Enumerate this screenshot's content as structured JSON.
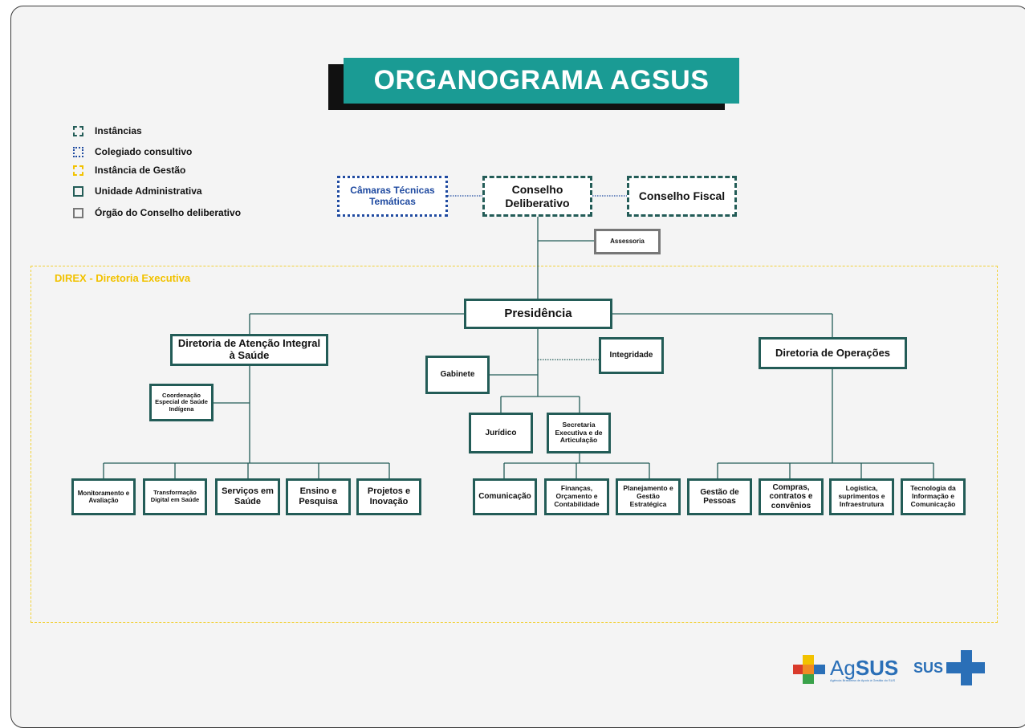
{
  "title": "ORGANOGRAMA AGSUS",
  "legend": [
    {
      "label": "Instâncias",
      "style": "dashed",
      "color": "#235c57"
    },
    {
      "label": "Colegiado consultivo",
      "style": "dotted",
      "color": "#1f4aa0"
    },
    {
      "label": "Instância de Gestão",
      "style": "dashed",
      "color": "#f2c200"
    },
    {
      "label": "Unidade Administrativa",
      "style": "solid",
      "color": "#235c57"
    },
    {
      "label": "Órgão do Conselho deliberativo",
      "style": "solid",
      "color": "#777777"
    }
  ],
  "direx_label": "DIREX - Diretoria Executiva",
  "nodes": {
    "camaras": "Câmaras Técnicas Temáticas",
    "conselho_deliberativo": "Conselho Deliberativo",
    "conselho_fiscal": "Conselho Fiscal",
    "assessoria": "Assessoria",
    "presidencia": "Presidência",
    "dir_atencao": "Diretoria de Atenção Integral à Saúde",
    "dir_operacoes": "Diretoria de Operações",
    "integridade": "Integridade",
    "gabinete": "Gabinete",
    "coord_indigena": "Coordenação Especial de Saúde Indígena",
    "juridico": "Jurídico",
    "secretaria": "Secretaria Executiva e de Articulação",
    "monitoramento": "Monitoramento e Avaliação",
    "transformacao": "Transformação Digital em Saúde",
    "servicos": "Serviços em Saúde",
    "ensino": "Ensino e Pesquisa",
    "projetos": "Projetos e Inovação",
    "comunicacao": "Comunicação",
    "financas": "Finanças, Orçamento e Contabilidade",
    "planejamento": "Planejamento e Gestão Estratégica",
    "gestao_pessoas": "Gestão de Pessoas",
    "compras": "Compras, contratos e convênios",
    "logistica": "Logística, suprimentos e Infraestrutura",
    "tecnologia": "Tecnologia da Informação e Comunicação"
  },
  "logos": {
    "agsus_ag": "Ag",
    "agsus_sus": "SUS",
    "agsus_tagline": "Agência Brasileira de Apoio à Gestão do SUS",
    "sus": "SUS"
  },
  "colors": {
    "teal": "#1a9b94",
    "dark_teal": "#235c57",
    "blue": "#1f4aa0",
    "yellow": "#f2c200",
    "gray": "#777777"
  }
}
